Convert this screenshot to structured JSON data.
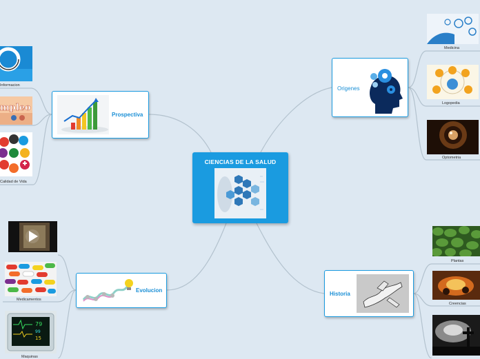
{
  "central": {
    "title": "CIENCIAS DE LA SALUD"
  },
  "branches": {
    "prospectiva": "Prospectiva",
    "origenes": "Origenes",
    "evolucion": "Evolucion",
    "historia": "Historia"
  },
  "leaves": {
    "informacion": "Informacion",
    "empleo": "Empleo",
    "calidad_vida": "Calidad de Vida",
    "medicina": "Medicina",
    "logopedia": "Logopedia",
    "optometria": "Optometria",
    "medicamentos": "Medicamentos",
    "maquinas": "Maquinas",
    "plantas": "Plantas",
    "creencias": "Creencias"
  },
  "colors": {
    "background": "#dde8f2",
    "accent": "#1a9be0",
    "connector": "#b3c2ce"
  }
}
